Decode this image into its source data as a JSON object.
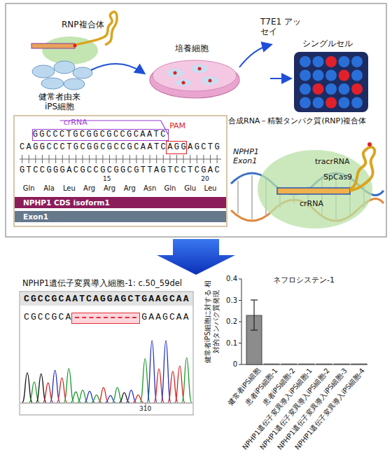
{
  "diagram": {
    "nodes": [
      {
        "text": [
          "crRNA",
          "GGCCCTGCGGCGCCGCAATC"
        ]
      },
      {
        "text": [
          "NPHP1 CDS isoform1"
        ]
      },
      {
        "text": [
          "Exon1"
        ]
      }
    ],
    "labels": [
      "RNP複合体",
      "健常者由来 iPS細胞",
      "培養細胞",
      "T7E1 アッセイ",
      "シングルセル",
      "CAGGCCCTGCGGCGCCGCAATCAGGAGCTG",
      "GTCCGGGACGCCGCGGCGTTAGTCCTCGAC",
      "15",
      "20",
      "Gln",
      "Ala",
      "Leu",
      "Arg",
      "Arg",
      "Arg",
      "Asn",
      "Gln",
      "Glu",
      "Leu",
      "PAM",
      "合成RNA－精製タンパク質(RNP)複合体",
      "NPHP1 Exon1",
      "tracrRNA",
      "SpCas9",
      "crRNA",
      "NPHP1遺伝子変異導入細胞-1: c.50_59del",
      "CGCCGCAATCAGGAGCTGAAGCAA",
      "CGCCGCA",
      "GAAGCAA",
      "310",
      "ネフロシステン-1",
      "健常者iPS細胞に対する 相対的タンパク質発現",
      "0.4",
      "0.3",
      "0.2",
      "0.1",
      "0",
      "健常者iPS細胞",
      "患者iPS細胞-1",
      "患者iPS細胞-2",
      "NPHP1遺伝子変異導入iPS細胞-1",
      "NPHP1遺伝子変異導入iPS細胞-2",
      "NPHP1遺伝子変異導入iPS細胞-3",
      "NPHP1遺伝子変異導入iPS細胞-4"
    ]
  }
}
